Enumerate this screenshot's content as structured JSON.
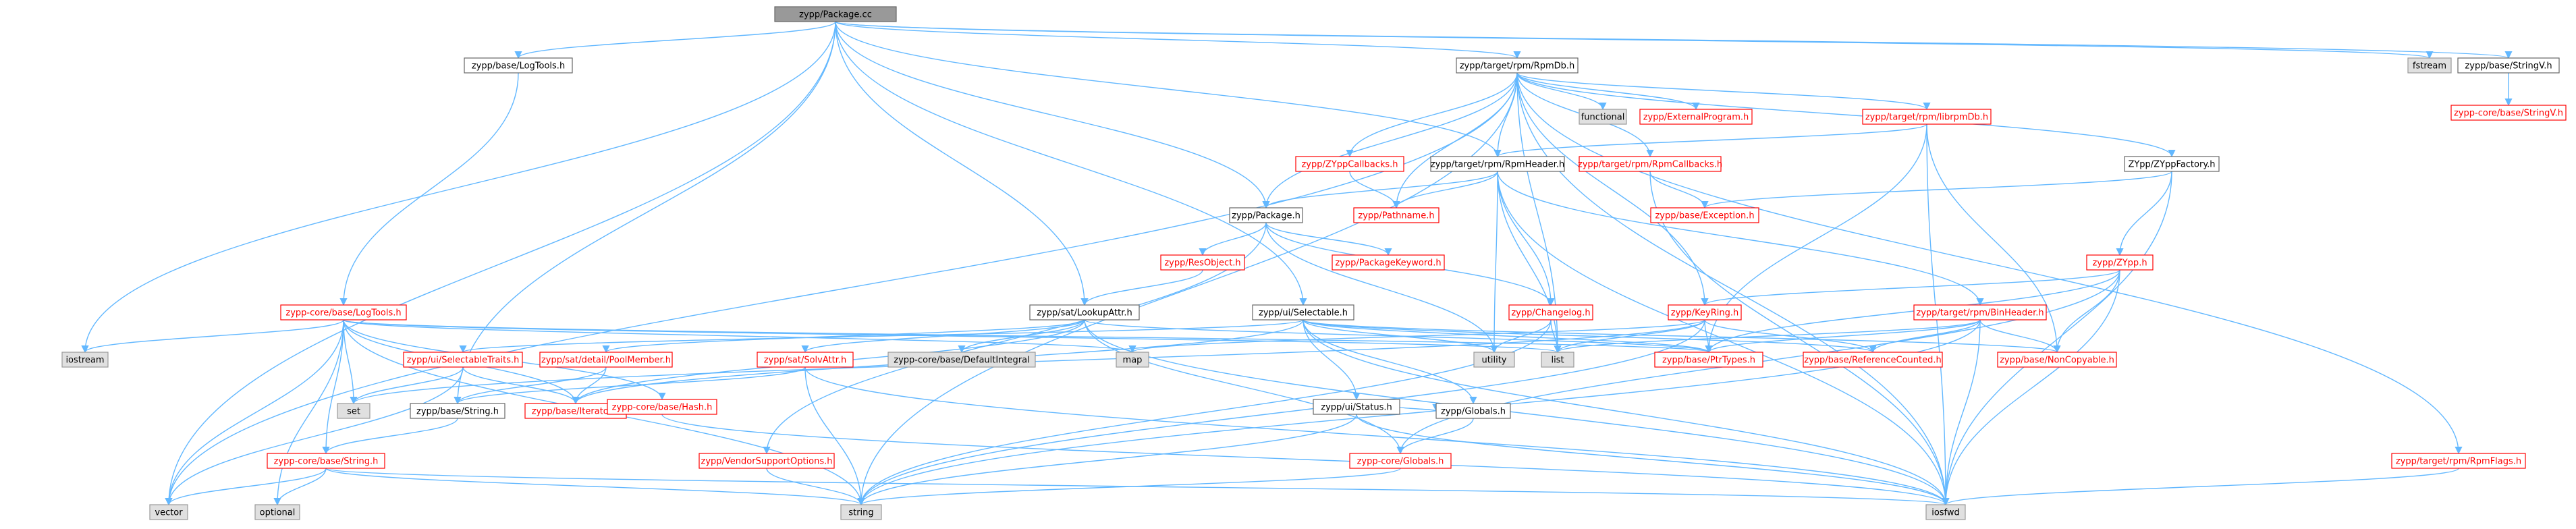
{
  "colors": {
    "edge": "#63B8FF",
    "root_fill": "#999999",
    "root_text": "#000000",
    "root_border": "#666666",
    "normal_border": "#666666",
    "missing_border": "#FF0000",
    "external_fill": "#E0E0E0",
    "external_border": "#999999",
    "normal_text": "#000000",
    "missing_text": "#FF0000"
  },
  "nodes": [
    {
      "id": "n_pkgcc",
      "label": "zypp/Package.cc",
      "kind": "root"
    },
    {
      "id": "n_logtools",
      "label": "zypp/base/LogTools.h",
      "kind": "normal"
    },
    {
      "id": "n_rpmdb",
      "label": "zypp/target/rpm/RpmDb.h",
      "kind": "normal"
    },
    {
      "id": "n_fstream",
      "label": "fstream",
      "kind": "external"
    },
    {
      "id": "n_stringv",
      "label": "zypp/base/StringV.h",
      "kind": "normal"
    },
    {
      "id": "n_corestringv",
      "label": "zypp-core/base/StringV.h",
      "kind": "missing"
    },
    {
      "id": "n_functional",
      "label": "functional",
      "kind": "external"
    },
    {
      "id": "n_extprog",
      "label": "zypp/ExternalProgram.h",
      "kind": "missing"
    },
    {
      "id": "n_librpmdb",
      "label": "zypp/target/rpm/librpmDb.h",
      "kind": "missing"
    },
    {
      "id": "n_zyppcallbacks",
      "label": "zypp/ZYppCallbacks.h",
      "kind": "missing"
    },
    {
      "id": "n_rpmheader",
      "label": "zypp/target/rpm/RpmHeader.h",
      "kind": "normal"
    },
    {
      "id": "n_rpmcallbacks",
      "label": "zypp/target/rpm/RpmCallbacks.h",
      "kind": "missing"
    },
    {
      "id": "n_zyppfactory",
      "label": "ZYpp/ZYppFactory.h",
      "kind": "normal"
    },
    {
      "id": "n_pathname",
      "label": "zypp/Pathname.h",
      "kind": "missing"
    },
    {
      "id": "n_exception",
      "label": "zypp/base/Exception.h",
      "kind": "missing"
    },
    {
      "id": "n_packageh",
      "label": "zypp/Package.h",
      "kind": "normal"
    },
    {
      "id": "n_resobject",
      "label": "zypp/ResObject.h",
      "kind": "missing"
    },
    {
      "id": "n_pkgkeyword",
      "label": "zypp/PackageKeyword.h",
      "kind": "missing"
    },
    {
      "id": "n_zypp",
      "label": "zypp/ZYpp.h",
      "kind": "missing"
    },
    {
      "id": "n_corelogtools",
      "label": "zypp-core/base/LogTools.h",
      "kind": "missing"
    },
    {
      "id": "n_lookupattr",
      "label": "zypp/sat/LookupAttr.h",
      "kind": "normal"
    },
    {
      "id": "n_selectable",
      "label": "zypp/ui/Selectable.h",
      "kind": "normal"
    },
    {
      "id": "n_changelog",
      "label": "zypp/Changelog.h",
      "kind": "missing"
    },
    {
      "id": "n_keyring",
      "label": "zypp/KeyRing.h",
      "kind": "missing"
    },
    {
      "id": "n_binheader",
      "label": "zypp/target/rpm/BinHeader.h",
      "kind": "missing"
    },
    {
      "id": "n_iostream",
      "label": "iostream",
      "kind": "external"
    },
    {
      "id": "n_selectabletraits",
      "label": "zypp/ui/SelectableTraits.h",
      "kind": "missing"
    },
    {
      "id": "n_poolmember",
      "label": "zypp/sat/detail/PoolMember.h",
      "kind": "missing"
    },
    {
      "id": "n_defaultintegral",
      "label": "zypp-core/base/DefaultIntegral",
      "kind": "external"
    },
    {
      "id": "n_map",
      "label": "map",
      "kind": "external"
    },
    {
      "id": "n_solvattr",
      "label": "zypp/sat/SolvAttr.h",
      "kind": "missing"
    },
    {
      "id": "n_utility",
      "label": "utility",
      "kind": "external"
    },
    {
      "id": "n_list",
      "label": "list",
      "kind": "external"
    },
    {
      "id": "n_ptrtypes",
      "label": "zypp/base/PtrTypes.h",
      "kind": "missing"
    },
    {
      "id": "n_refcounted",
      "label": "zypp/base/ReferenceCounted.h",
      "kind": "missing"
    },
    {
      "id": "n_noncopyable",
      "label": "zypp/base/NonCopyable.h",
      "kind": "missing"
    },
    {
      "id": "n_status",
      "label": "zypp/ui/Status.h",
      "kind": "normal"
    },
    {
      "id": "n_set",
      "label": "set",
      "kind": "external"
    },
    {
      "id": "n_basestring",
      "label": "zypp/base/String.h",
      "kind": "normal"
    },
    {
      "id": "n_iterator",
      "label": "zypp/base/Iterator.h",
      "kind": "missing"
    },
    {
      "id": "n_hash",
      "label": "zypp-core/base/Hash.h",
      "kind": "missing"
    },
    {
      "id": "n_globals",
      "label": "zypp/Globals.h",
      "kind": "normal"
    },
    {
      "id": "n_vendoropts",
      "label": "zypp/VendorSupportOptions.h",
      "kind": "missing"
    },
    {
      "id": "n_corestring",
      "label": "zypp-core/base/String.h",
      "kind": "missing"
    },
    {
      "id": "n_coreglobals",
      "label": "zypp-core/Globals.h",
      "kind": "missing"
    },
    {
      "id": "n_rpmflags",
      "label": "zypp/target/rpm/RpmFlags.h",
      "kind": "missing"
    },
    {
      "id": "n_vector",
      "label": "vector",
      "kind": "external"
    },
    {
      "id": "n_optional",
      "label": "optional",
      "kind": "external"
    },
    {
      "id": "n_string",
      "label": "string",
      "kind": "external"
    },
    {
      "id": "n_iosfwd",
      "label": "iosfwd",
      "kind": "external"
    }
  ],
  "edges": [
    [
      "n_pkgcc",
      "n_logtools"
    ],
    [
      "n_pkgcc",
      "n_rpmdb"
    ],
    [
      "n_pkgcc",
      "n_fstream"
    ],
    [
      "n_pkgcc",
      "n_stringv"
    ],
    [
      "n_pkgcc",
      "n_packageh"
    ],
    [
      "n_pkgcc",
      "n_rpmheader"
    ],
    [
      "n_pkgcc",
      "n_lookupattr"
    ],
    [
      "n_pkgcc",
      "n_selectable"
    ],
    [
      "n_pkgcc",
      "n_iostream"
    ],
    [
      "n_pkgcc",
      "n_basestring"
    ],
    [
      "n_pkgcc",
      "n_vector"
    ],
    [
      "n_logtools",
      "n_corelogtools"
    ],
    [
      "n_stringv",
      "n_corestringv"
    ],
    [
      "n_rpmdb",
      "n_functional"
    ],
    [
      "n_rpmdb",
      "n_extprog"
    ],
    [
      "n_rpmdb",
      "n_librpmdb"
    ],
    [
      "n_rpmdb",
      "n_zyppcallbacks"
    ],
    [
      "n_rpmdb",
      "n_rpmheader"
    ],
    [
      "n_rpmdb",
      "n_rpmcallbacks"
    ],
    [
      "n_rpmdb",
      "n_zyppfactory"
    ],
    [
      "n_rpmdb",
      "n_pathname"
    ],
    [
      "n_rpmdb",
      "n_packageh"
    ],
    [
      "n_rpmdb",
      "n_keyring"
    ],
    [
      "n_rpmdb",
      "n_list"
    ],
    [
      "n_rpmdb",
      "n_rpmflags"
    ],
    [
      "n_rpmdb",
      "n_iosfwd"
    ],
    [
      "n_rpmdb",
      "n_string"
    ],
    [
      "n_rpmdb",
      "n_vector"
    ],
    [
      "n_librpmdb",
      "n_rpmheader"
    ],
    [
      "n_librpmdb",
      "n_ptrtypes"
    ],
    [
      "n_librpmdb",
      "n_noncopyable"
    ],
    [
      "n_librpmdb",
      "n_iosfwd"
    ],
    [
      "n_zyppcallbacks",
      "n_pathname"
    ],
    [
      "n_rpmcallbacks",
      "n_exception"
    ],
    [
      "n_rpmcallbacks",
      "n_iosfwd"
    ],
    [
      "n_rpmheader",
      "n_packageh"
    ],
    [
      "n_rpmheader",
      "n_pathname"
    ],
    [
      "n_rpmheader",
      "n_changelog"
    ],
    [
      "n_rpmheader",
      "n_binheader"
    ],
    [
      "n_rpmheader",
      "n_list"
    ],
    [
      "n_rpmheader",
      "n_iosfwd"
    ],
    [
      "n_rpmheader",
      "n_utility"
    ],
    [
      "n_zyppfactory",
      "n_exception"
    ],
    [
      "n_zyppfactory",
      "n_zypp"
    ],
    [
      "n_zyppfactory",
      "n_iosfwd"
    ],
    [
      "n_packageh",
      "n_resobject"
    ],
    [
      "n_packageh",
      "n_pkgkeyword"
    ],
    [
      "n_packageh",
      "n_changelog"
    ],
    [
      "n_packageh",
      "n_vendoropts"
    ],
    [
      "n_packageh",
      "n_utility"
    ],
    [
      "n_resobject",
      "n_lookupattr"
    ],
    [
      "n_zypp",
      "n_keyring"
    ],
    [
      "n_zypp",
      "n_ptrtypes"
    ],
    [
      "n_zypp",
      "n_noncopyable"
    ],
    [
      "n_zypp",
      "n_iosfwd"
    ],
    [
      "n_zypp",
      "n_coreglobals"
    ],
    [
      "n_keyring",
      "n_ptrtypes"
    ],
    [
      "n_keyring",
      "n_refcounted"
    ],
    [
      "n_keyring",
      "n_list"
    ],
    [
      "n_keyring",
      "n_map"
    ],
    [
      "n_keyring",
      "n_set"
    ],
    [
      "n_keyring",
      "n_string"
    ],
    [
      "n_binheader",
      "n_ptrtypes"
    ],
    [
      "n_binheader",
      "n_refcounted"
    ],
    [
      "n_binheader",
      "n_noncopyable"
    ],
    [
      "n_binheader",
      "n_list"
    ],
    [
      "n_binheader",
      "n_iosfwd"
    ],
    [
      "n_binheader",
      "n_string"
    ],
    [
      "n_changelog",
      "n_list"
    ],
    [
      "n_changelog",
      "n_string"
    ],
    [
      "n_changelog",
      "n_utility"
    ],
    [
      "n_corelogtools",
      "n_iostream"
    ],
    [
      "n_corelogtools",
      "n_corestring"
    ],
    [
      "n_corelogtools",
      "n_iterator"
    ],
    [
      "n_corelogtools",
      "n_hash"
    ],
    [
      "n_corelogtools",
      "n_vector"
    ],
    [
      "n_corelogtools",
      "n_list"
    ],
    [
      "n_corelogtools",
      "n_set"
    ],
    [
      "n_corelogtools",
      "n_map"
    ],
    [
      "n_corelogtools",
      "n_optional"
    ],
    [
      "n_corelogtools",
      "n_string"
    ],
    [
      "n_corelogtools",
      "n_ptrtypes"
    ],
    [
      "n_lookupattr",
      "n_poolmember"
    ],
    [
      "n_lookupattr",
      "n_solvattr"
    ],
    [
      "n_lookupattr",
      "n_defaultintegral"
    ],
    [
      "n_lookupattr",
      "n_iterator"
    ],
    [
      "n_lookupattr",
      "n_ptrtypes"
    ],
    [
      "n_lookupattr",
      "n_coreglobals"
    ],
    [
      "n_lookupattr",
      "n_iosfwd"
    ],
    [
      "n_selectable",
      "n_selectabletraits"
    ],
    [
      "n_selectable",
      "n_status"
    ],
    [
      "n_selectable",
      "n_ptrtypes"
    ],
    [
      "n_selectable",
      "n_refcounted"
    ],
    [
      "n_selectable",
      "n_noncopyable"
    ],
    [
      "n_selectable",
      "n_iterator"
    ],
    [
      "n_selectable",
      "n_utility"
    ],
    [
      "n_selectable",
      "n_iosfwd"
    ],
    [
      "n_selectable",
      "n_globals"
    ],
    [
      "n_selectabletraits",
      "n_set"
    ],
    [
      "n_selectabletraits",
      "n_vector"
    ],
    [
      "n_selectabletraits",
      "n_iterator"
    ],
    [
      "n_poolmember",
      "n_basestring"
    ],
    [
      "n_poolmember",
      "n_iterator"
    ],
    [
      "n_solvattr",
      "n_string"
    ],
    [
      "n_solvattr",
      "n_basestring"
    ],
    [
      "n_solvattr",
      "n_iosfwd"
    ],
    [
      "n_status",
      "n_iosfwd"
    ],
    [
      "n_status",
      "n_string"
    ],
    [
      "n_status",
      "n_globals"
    ],
    [
      "n_basestring",
      "n_corestring"
    ],
    [
      "n_hash",
      "n_iosfwd"
    ],
    [
      "n_globals",
      "n_coreglobals"
    ],
    [
      "n_vendoropts",
      "n_string"
    ],
    [
      "n_corestring",
      "n_vector"
    ],
    [
      "n_corestring",
      "n_optional"
    ],
    [
      "n_corestring",
      "n_string"
    ],
    [
      "n_corestring",
      "n_iosfwd"
    ],
    [
      "n_coreglobals",
      "n_string"
    ],
    [
      "n_rpmflags",
      "n_iosfwd"
    ]
  ]
}
